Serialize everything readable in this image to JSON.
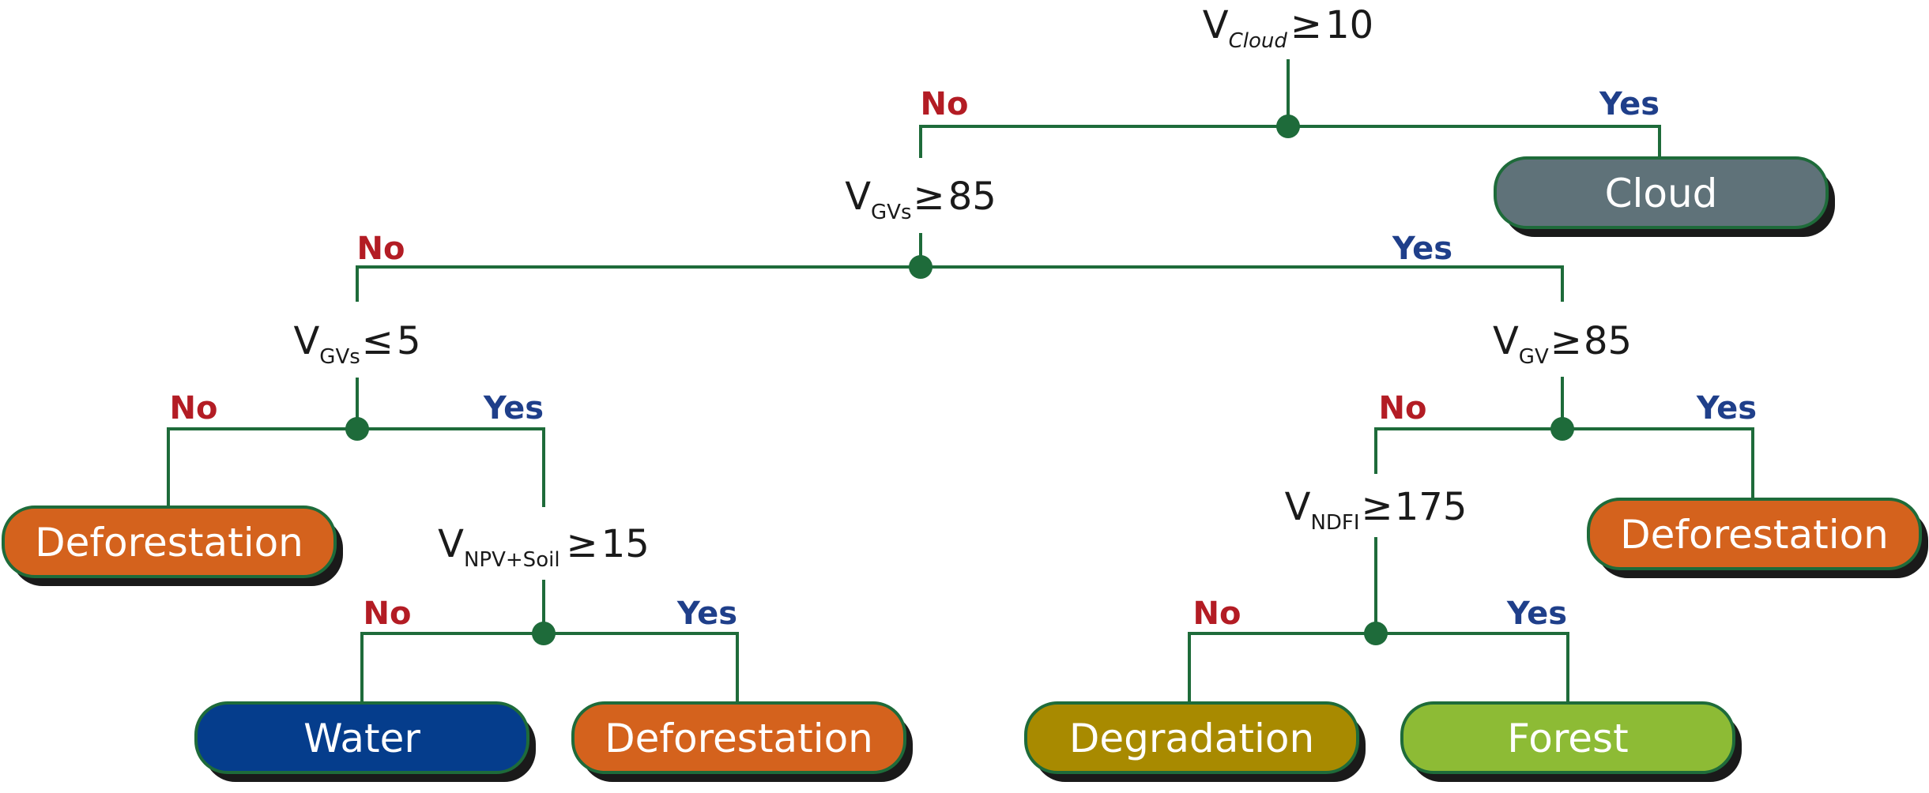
{
  "nodes": {
    "root": {
      "var": "V",
      "sub": "Cloud",
      "op": "≥",
      "value": "10"
    },
    "gvs85": {
      "var": "V",
      "sub": "GVs",
      "op": "≥",
      "value": "85"
    },
    "gvs5": {
      "var": "V",
      "sub": "GVs",
      "op": "≤",
      "value": "5"
    },
    "gv85": {
      "var": "V",
      "sub": "GV",
      "op": "≥",
      "value": "85"
    },
    "npvsoil15": {
      "var": "V",
      "sub": "NPV+Soil",
      "op": "≥",
      "value": "15"
    },
    "ndfi175": {
      "var": "V",
      "sub": "NDFI",
      "op": "≥",
      "value": "175"
    }
  },
  "branch_labels": {
    "no": "No",
    "yes": "Yes"
  },
  "leaves": {
    "cloud": {
      "label": "Cloud",
      "color": "#5f7279"
    },
    "deforestation_1": {
      "label": "Deforestation",
      "color": "#d4621d"
    },
    "deforestation_2": {
      "label": "Deforestation",
      "color": "#d4621d"
    },
    "deforestation_3": {
      "label": "Deforestation",
      "color": "#d4621d"
    },
    "water": {
      "label": "Water",
      "color": "#053d8c"
    },
    "degradation": {
      "label": "Degradation",
      "color": "#a88a00"
    },
    "forest": {
      "label": "Forest",
      "color": "#8dbb35"
    }
  },
  "colors": {
    "line": "#1e6b3a",
    "leaf_border": "#1e6b3a",
    "no": "#b31c24",
    "yes": "#1f3f8a"
  }
}
